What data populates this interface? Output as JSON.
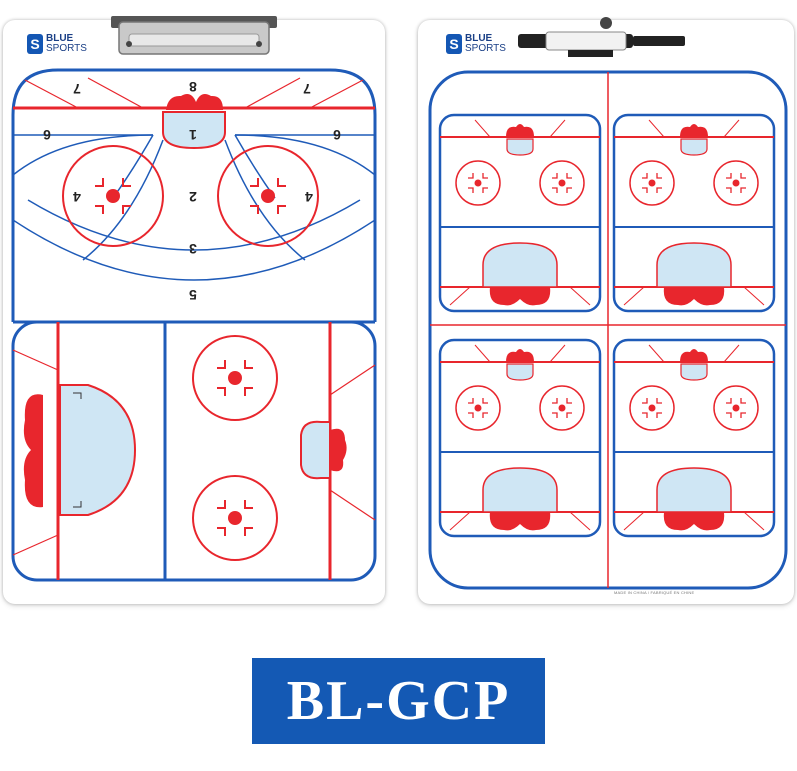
{
  "brand": {
    "line1": "BLUE",
    "line2": "SPORTS",
    "mark": "S"
  },
  "left_board": {
    "zone_labels": [
      "8",
      "7",
      "7",
      "6",
      "6",
      "1",
      "4",
      "4",
      "2",
      "3",
      "5"
    ]
  },
  "right_board": {
    "made_in": "MADE IN CHINA / FABRIQUÉ EN CHINE"
  },
  "model_code": "BL-GCP",
  "colors": {
    "rink_blue": "#1f5bb8",
    "rink_red": "#e8262d",
    "crease_blue": "#cfe6f4",
    "badge_blue": "#1459b4"
  }
}
